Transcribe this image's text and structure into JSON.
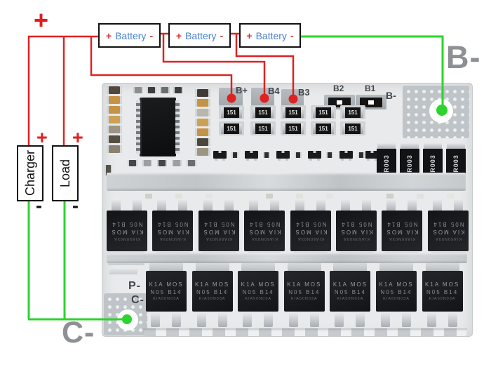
{
  "wiring": {
    "main_plus": "+",
    "batteries": [
      {
        "plus": "+",
        "label": "Battery",
        "minus": "-"
      },
      {
        "plus": "+",
        "label": "Battery",
        "minus": "-"
      },
      {
        "plus": "+",
        "label": "Battery",
        "minus": "-"
      }
    ],
    "charger": {
      "label": "Charger",
      "plus": "+",
      "minus": "-"
    },
    "load": {
      "label": "Load",
      "plus": "+",
      "minus": "-"
    },
    "b_minus": "B-",
    "c_minus": "C-"
  },
  "pcb": {
    "pad_labels": [
      "B+",
      "B4",
      "B3",
      "B2",
      "B1",
      "B-"
    ],
    "p_minus": "P-",
    "c_minus": "C-",
    "resistor_label": "151",
    "resistor_rows": 2,
    "resistor_cols": 5,
    "shunt_label": "R003",
    "shunt_count": 4,
    "mosfet_top": {
      "count": 8,
      "line1": "KIA MOS",
      "line2": "N05 B14",
      "line3": "KIA50N03A"
    },
    "mosfet_bottom": {
      "count": 7,
      "line1": "K1A MOS",
      "line2": "N05 B14",
      "line3": "KIA50N03A"
    }
  },
  "colors": {
    "wire_red": "#dd2222",
    "wire_green": "#2ed32e",
    "plus_red": "#e01f1f",
    "battery_blue": "#4a80cc",
    "label_gray": "#8d9095"
  }
}
